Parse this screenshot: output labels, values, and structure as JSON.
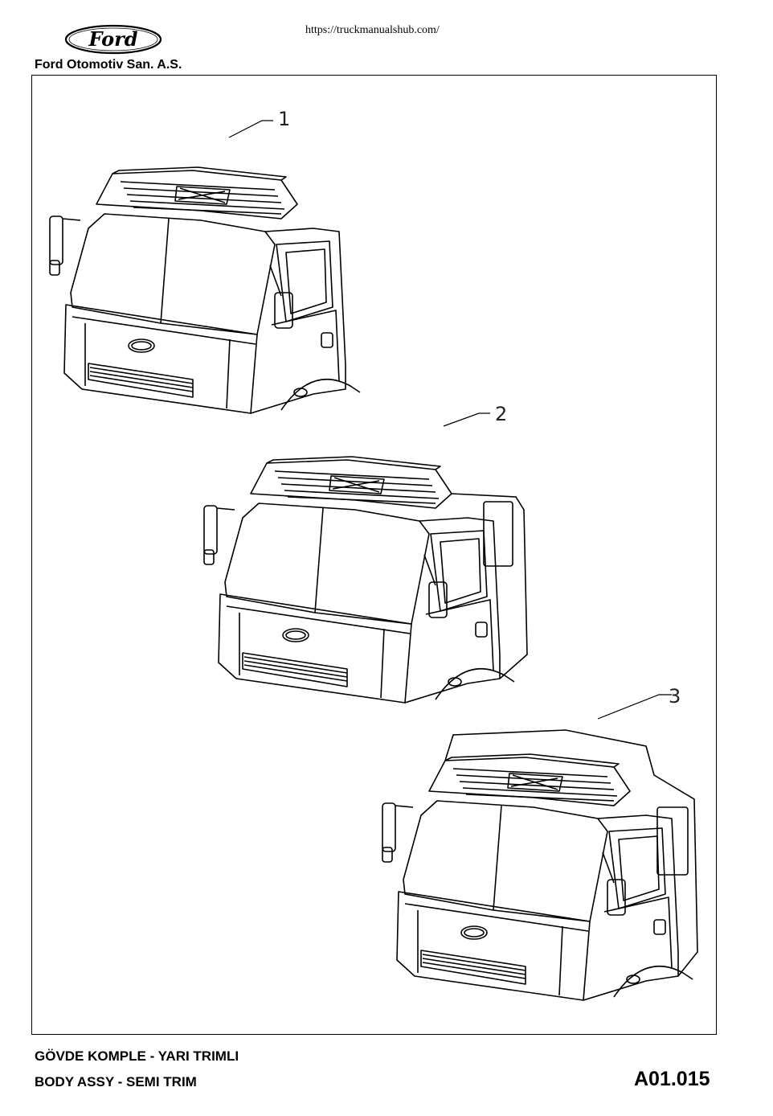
{
  "header": {
    "url": "https://truckmanualshub.com/",
    "brand_logo_text": "Ford",
    "company": "Ford Otomotiv San. A.S."
  },
  "illustration": {
    "callouts": [
      "1",
      "2",
      "3"
    ],
    "icons": [
      "truck-cab-short-icon",
      "truck-cab-sleeper-icon",
      "truck-cab-high-roof-icon"
    ]
  },
  "footer": {
    "title_tr": "GÖVDE KOMPLE - YARI TRIMLI",
    "title_en": "BODY ASSY - SEMI TRIM",
    "code": "A01.015"
  }
}
